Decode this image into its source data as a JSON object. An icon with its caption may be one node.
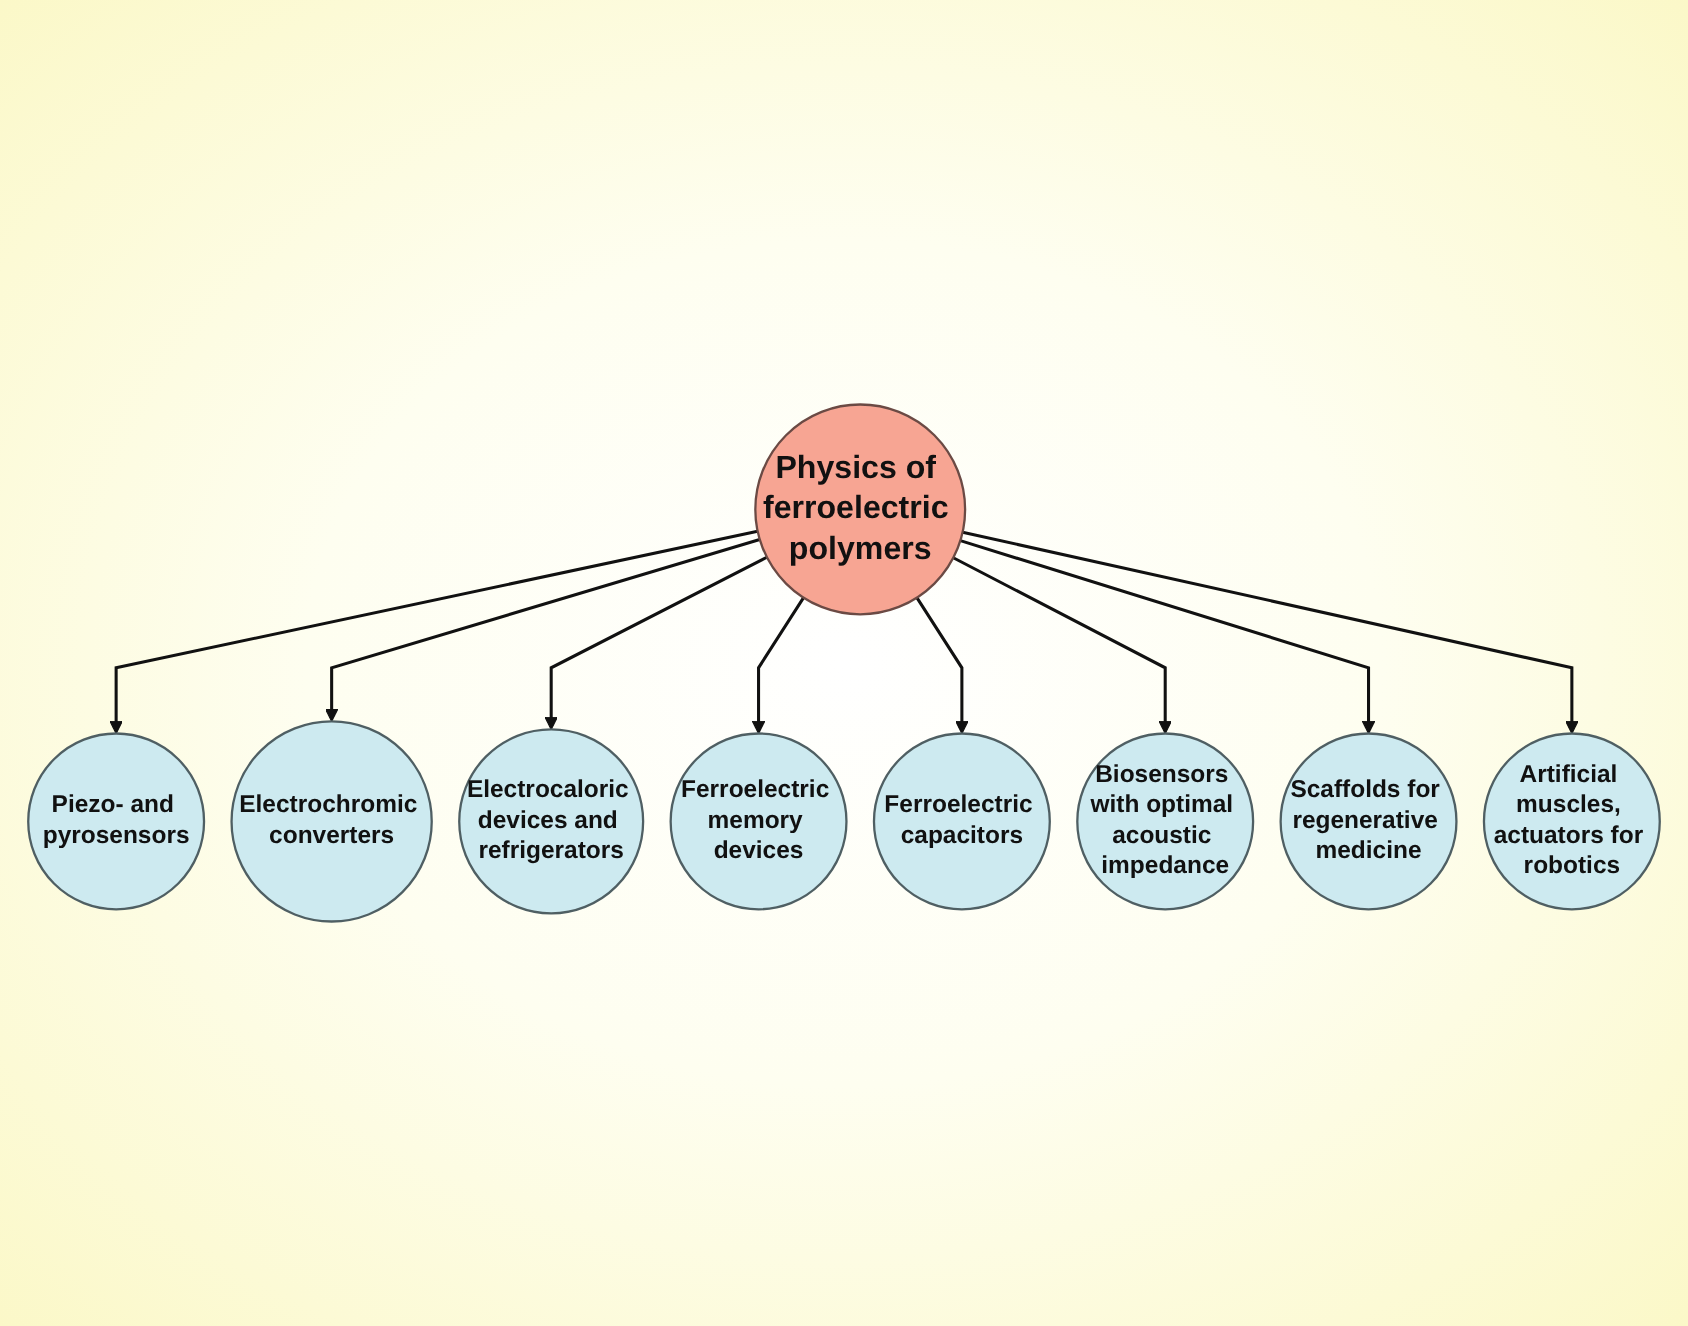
{
  "diagram": {
    "nodes": [
      {
        "text": [
          "Piezo- and pyrosensors"
        ]
      },
      {
        "text": [
          "Electrochromic converters"
        ]
      },
      {
        "text": [
          "Electrocaloric devices and refrigerators"
        ]
      },
      {
        "text": [
          "Ferroelectric memory devices"
        ]
      },
      {
        "text": [
          "Physics of ferroelectric polymers"
        ]
      },
      {
        "text": [
          "Ferroelectric capacitors"
        ]
      },
      {
        "text": [
          "Biosensors with optimal acoustic impedance"
        ]
      },
      {
        "text": [
          "Scaffolds for regenerative medicine"
        ]
      },
      {
        "text": [
          "Artificial muscles, actuators for robotics"
        ]
      }
    ],
    "edges": [
      {
        "from": 4,
        "to": 0,
        "arrow": "to"
      },
      {
        "from": 4,
        "to": 1,
        "arrow": "to"
      },
      {
        "from": 4,
        "to": 2,
        "arrow": "to"
      },
      {
        "from": 4,
        "to": 3,
        "arrow": "to"
      },
      {
        "from": 4,
        "to": 5,
        "arrow": "to"
      },
      {
        "from": 4,
        "to": 6,
        "arrow": "to"
      },
      {
        "from": 4,
        "to": 7,
        "arrow": "to"
      },
      {
        "from": 4,
        "to": 8,
        "arrow": "to"
      }
    ]
  }
}
